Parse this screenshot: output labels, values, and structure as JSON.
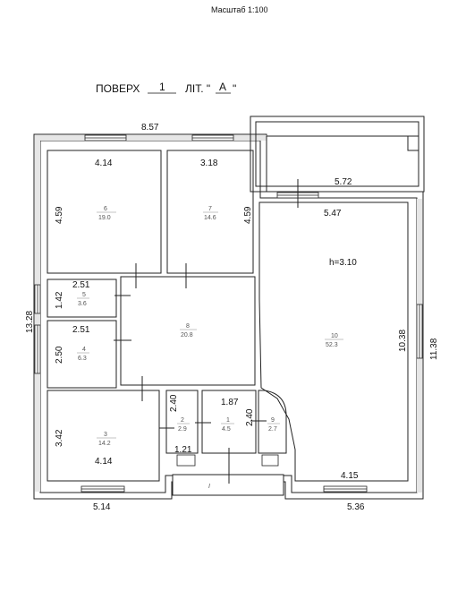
{
  "scale_label": "Масштаб  1:100",
  "floor_title": {
    "word": "ПОВЕРХ",
    "floor_no": "1",
    "lit_word": "ЛІТ. \"",
    "lit_value": "А",
    "lit_close": "\""
  },
  "dimensions": {
    "top_total": "8.57",
    "left_total": "13.28",
    "right_total": "11.38",
    "bottom_left": "5.14",
    "bottom_right": "5.36",
    "r6_top": "4.14",
    "r6_left": "4.59",
    "r7_top": "3.18",
    "r7_right": "4.59",
    "balcony_width": "5.72",
    "r10_top": "5.47",
    "r10_height_note": "h=3.10",
    "r10_inner_right": "10.38",
    "r10_bottom": "4.15",
    "r5_top": "2.51",
    "r5_left": "1.42",
    "r4_top": "2.51",
    "r4_left": "2.50",
    "r3_left": "3.42",
    "r3_bottom": "4.14",
    "r2_left": "2.40",
    "r2_bottom": "1.21",
    "r1_top": "1.87",
    "r1_right": "2.40"
  },
  "rooms": [
    {
      "no": "6",
      "area": "19.0"
    },
    {
      "no": "7",
      "area": "14.6"
    },
    {
      "no": "5",
      "area": "3.6"
    },
    {
      "no": "4",
      "area": "6.3"
    },
    {
      "no": "8",
      "area": "20.8"
    },
    {
      "no": "10",
      "area": "52.3"
    },
    {
      "no": "3",
      "area": "14.2"
    },
    {
      "no": "2",
      "area": "2.9"
    },
    {
      "no": "1",
      "area": "4.5"
    },
    {
      "no": "9",
      "area": "2.7"
    }
  ],
  "porch_label": "I"
}
